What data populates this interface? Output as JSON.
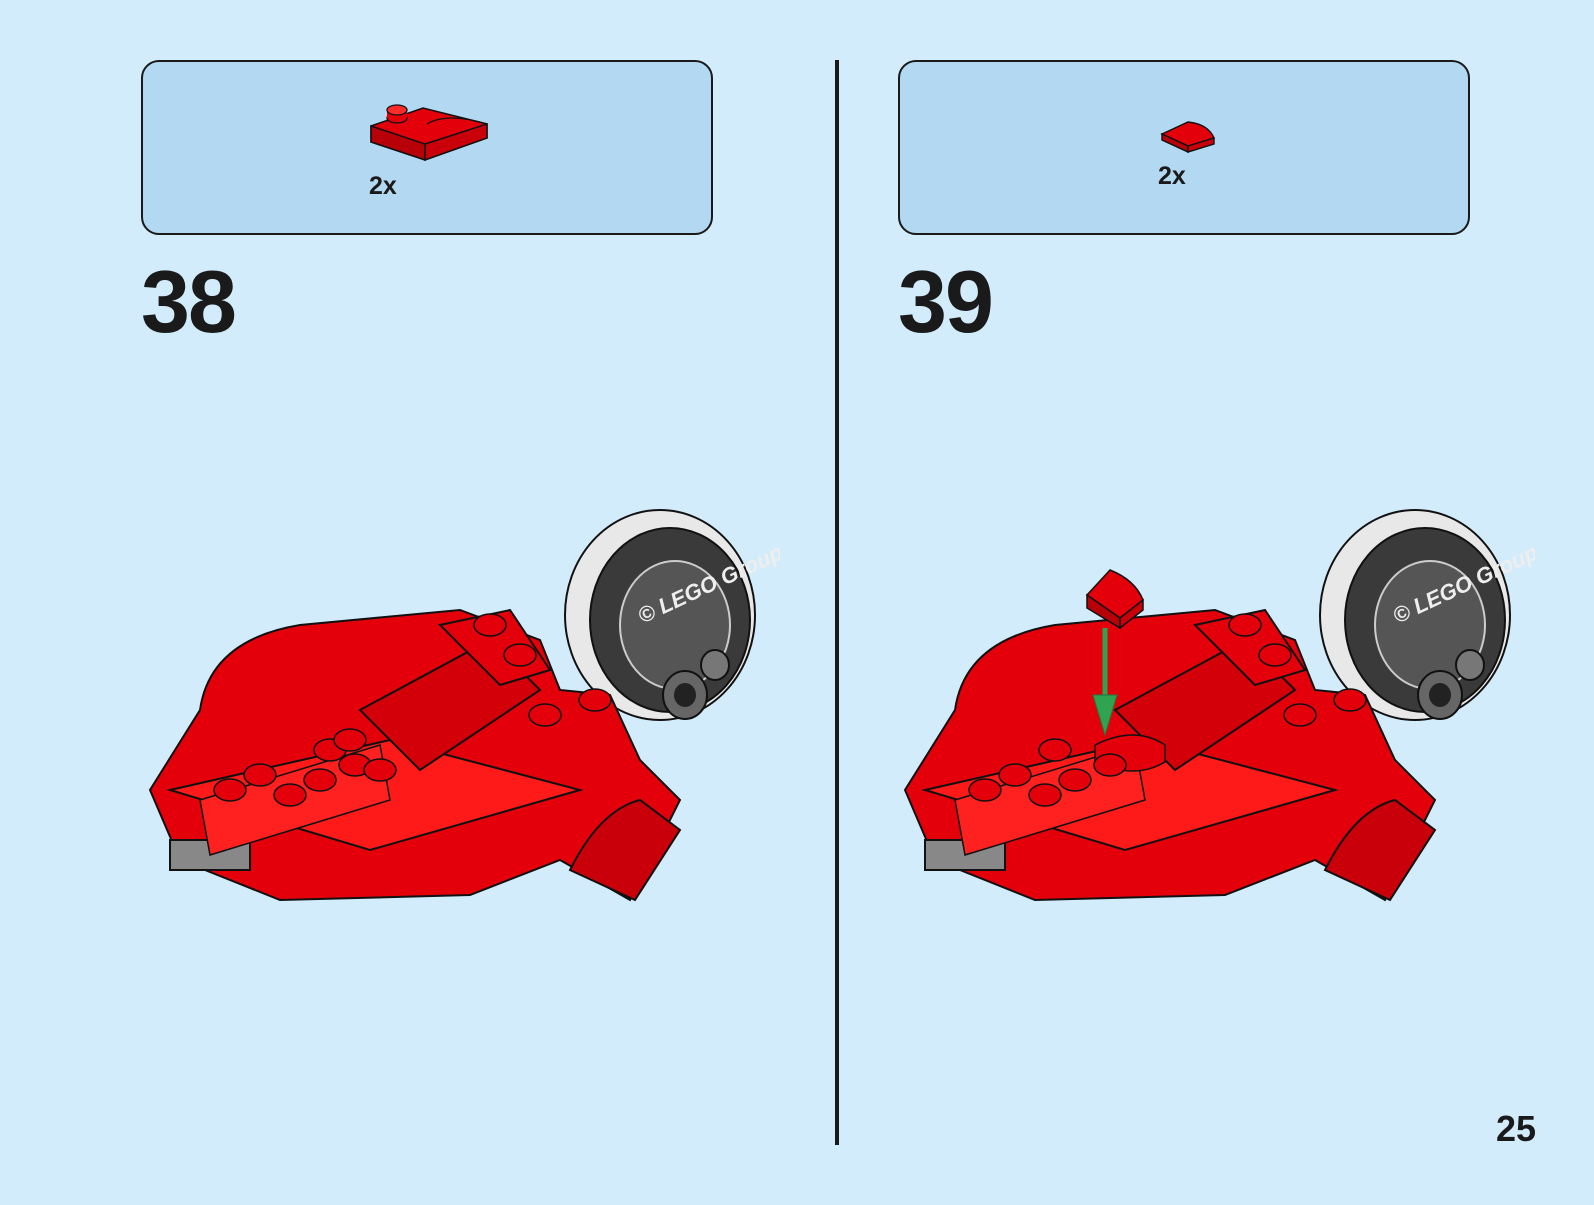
{
  "page": {
    "number": "25",
    "background": "#d3ecfc",
    "parts_box_color": "#b3d8f2",
    "brick_color": "#e3000b",
    "arrow_color": "#2fa34f"
  },
  "steps": [
    {
      "step_number": "38",
      "parts": [
        {
          "icon": "red-curved-plate-with-stud-icon",
          "quantity": "2x"
        }
      ]
    },
    {
      "step_number": "39",
      "parts": [
        {
          "icon": "red-quarter-round-tile-icon",
          "quantity": "2x"
        }
      ],
      "arrow": "green-down-arrow-icon"
    }
  ],
  "wheel_text": "© LEGO Group"
}
